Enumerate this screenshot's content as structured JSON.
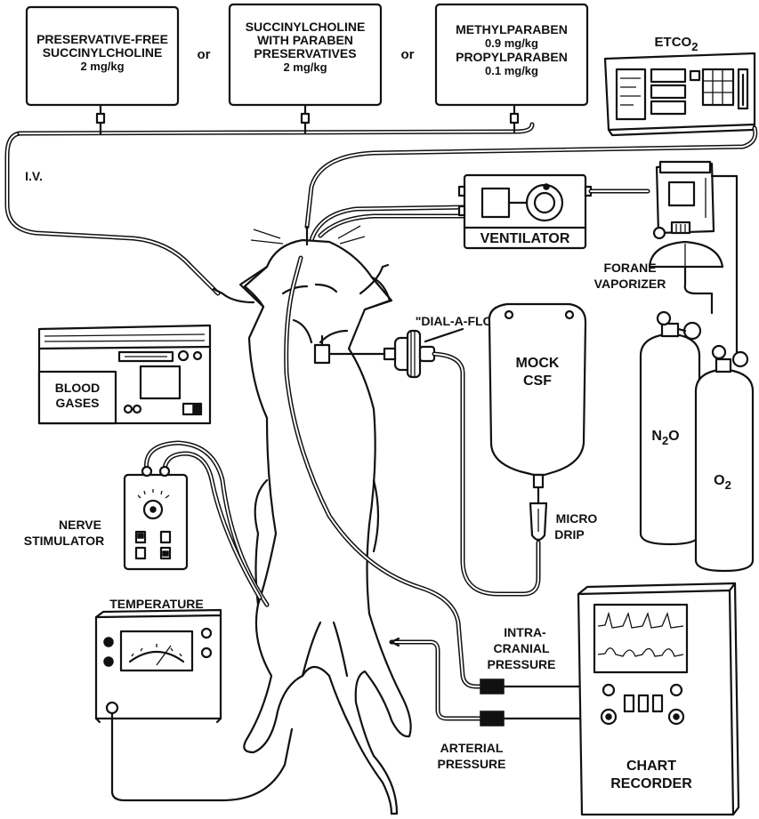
{
  "drug_boxes": {
    "preservative_free": [
      "PRESERVATIVE-FREE",
      "SUCCINYLCHOLINE",
      "2 mg/kg"
    ],
    "with_paraben": [
      "SUCCINYLCHOLINE",
      "WITH PARABEN",
      "PRESERVATIVES",
      "2 mg/kg"
    ],
    "parabens": [
      "METHYLPARABEN",
      "0.9 mg/kg",
      "PROPYLPARABEN",
      "0.1 mg/kg"
    ],
    "or_1": "or",
    "or_2": "or"
  },
  "labels": {
    "etco2_main": "ETCO",
    "etco2_sub": "2",
    "iv": "I.V.",
    "ventilator": "VENTILATOR",
    "forane_vaporizer": [
      "FORANE",
      "VAPORIZER"
    ],
    "dial_a_flow": "\"DIAL-A-FLOW\"",
    "blood_gases": [
      "BLOOD",
      "GASES"
    ],
    "mock_csf": [
      "MOCK",
      "CSF"
    ],
    "n2o_main": "N",
    "n2o_sub": "2",
    "n2o_end": "O",
    "o2_main": "O",
    "o2_sub": "2",
    "nerve_stimulator": [
      "NERVE",
      "STIMULATOR"
    ],
    "micro_drip": [
      "MICRO",
      "DRIP"
    ],
    "temperature": "TEMPERATURE",
    "intracranial_pressure": [
      "INTRA-",
      "CRANIAL",
      "PRESSURE"
    ],
    "arterial_pressure": [
      "ARTERIAL",
      "PRESSURE"
    ],
    "chart_recorder": [
      "CHART",
      "RECORDER"
    ]
  }
}
